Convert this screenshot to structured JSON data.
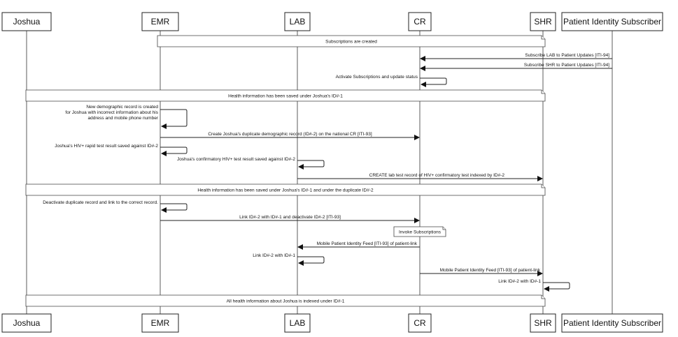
{
  "participants": [
    {
      "id": "joshua",
      "label": "Joshua"
    },
    {
      "id": "emr",
      "label": "EMR"
    },
    {
      "id": "lab",
      "label": "LAB"
    },
    {
      "id": "cr",
      "label": "CR"
    },
    {
      "id": "shr",
      "label": "SHR"
    },
    {
      "id": "pis",
      "label": "Patient Identity Subscriber"
    }
  ],
  "steps": [
    {
      "kind": "note",
      "from": "emr",
      "to": "shr",
      "text": "Subscriptions are created"
    },
    {
      "kind": "msg",
      "from": "pis",
      "to": "cr",
      "text": "Subscribe LAB to Patient Updates [ITI-94]"
    },
    {
      "kind": "msg",
      "from": "pis",
      "to": "cr",
      "text": "Subscribe SHR to Patient Updates [ITI-94]"
    },
    {
      "kind": "self",
      "at": "cr",
      "text": "Activate Subscriptions and update status"
    },
    {
      "kind": "note",
      "from": "joshua",
      "to": "shr",
      "text": "Health information has been saved under Joshua's ID#-1"
    },
    {
      "kind": "self",
      "at": "emr",
      "text": "New demographic record is created\nfor Joshua with incorrect information about his\naddress and mobile phone number"
    },
    {
      "kind": "msg",
      "from": "emr",
      "to": "cr",
      "text": "Create Joshua's duplicate demographic record (ID#-2) on the national CR [ITI-93]"
    },
    {
      "kind": "self",
      "at": "emr",
      "text": "Joshua's HIV+ rapid test result saved against ID#-2"
    },
    {
      "kind": "self",
      "at": "lab",
      "text": "Joshua's confirmatory HIV+ test result saved against ID#-2"
    },
    {
      "kind": "msg",
      "from": "lab",
      "to": "shr",
      "text": "CREATE lab test record of HIV+ confirmatory test indexed by ID#-2"
    },
    {
      "kind": "note",
      "from": "joshua",
      "to": "shr",
      "text": "Health information has been saved under Joshua's ID#-1 and under the duplicate ID#-2"
    },
    {
      "kind": "self",
      "at": "emr",
      "text": "Deactivate duplicate record and link to the correct record."
    },
    {
      "kind": "msg",
      "from": "emr",
      "to": "cr",
      "text": "Link ID#-2 with ID#-1 and deactivate ID#-2 [ITI-93]"
    },
    {
      "kind": "cnote",
      "at": "cr",
      "text": "Invoke Subscriptions"
    },
    {
      "kind": "msg",
      "from": "cr",
      "to": "lab",
      "text": "Mobile Patient Identity Feed [ITI-93] of patient-link"
    },
    {
      "kind": "self",
      "at": "lab",
      "text": "Link ID#-2 with ID#-1"
    },
    {
      "kind": "msg",
      "from": "cr",
      "to": "shr",
      "text": "Mobile Patient Identity Feed [ITI-93] of patient-link"
    },
    {
      "kind": "self",
      "at": "shr",
      "text": "Link ID#-2 with ID#-1"
    },
    {
      "kind": "note",
      "from": "joshua",
      "to": "shr",
      "text": "All health information about Joshua is indexed under ID#-1"
    }
  ]
}
